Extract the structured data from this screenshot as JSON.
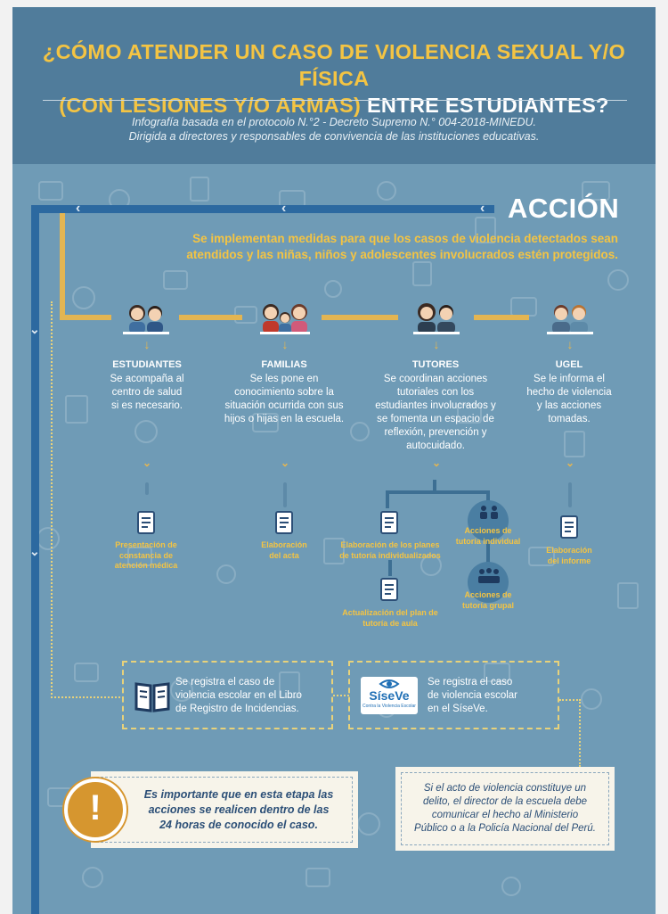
{
  "header": {
    "title_line1": "¿CÓMO ATENDER UN CASO DE VIOLENCIA SEXUAL Y/O FÍSICA",
    "title_line2_gold": "(CON LESIONES Y/O ARMAS)",
    "title_line2_white": " ENTRE ESTUDIANTES?",
    "subtitle_line1": "Infografía basada en el protocolo N.°2 - Decreto Supremo N.° 004-2018-MINEDU.",
    "subtitle_line2": "Dirigida a directores y responsables de convivencia de las instituciones educativas."
  },
  "section": {
    "heading": "ACCIÓN",
    "intro_line1": "Se implementan medidas para que los casos de violencia detectados sean",
    "intro_line2": "atendidos y las niñas, niños y adolescentes involucrados estén protegidos."
  },
  "columns": [
    {
      "title": "ESTUDIANTES",
      "text": [
        "Se acompaña al",
        "centro de salud",
        "si es necesario."
      ],
      "doc_label": [
        "Presentación de",
        "constancia de",
        "atención médica"
      ]
    },
    {
      "title": "FAMILIAS",
      "text": [
        "Se les pone en",
        "conocimiento sobre la",
        "situación ocurrida con sus",
        "hijos o hijas en la escuela."
      ],
      "doc_label": [
        "Elaboración",
        "del acta"
      ]
    },
    {
      "title": "TUTORES",
      "text": [
        "Se coordinan acciones",
        "tutoriales con los",
        "estudiantes involucrados y",
        "se fomenta un espacio de",
        "reflexión, prevención y",
        "autocuidado."
      ],
      "doc_label": [
        "Elaboración de los planes",
        "de tutoría individualizados"
      ],
      "doc_label2": [
        "Actualización del plan de",
        "tutoría de aula"
      ],
      "action_individual": [
        "Acciones de",
        "tutoría individual"
      ],
      "action_grupal": [
        "Acciones de",
        "tutoría grupal"
      ]
    },
    {
      "title": "UGEL",
      "text": [
        "Se le informa el",
        "hecho de violencia",
        "y las acciones",
        "tomadas."
      ],
      "doc_label": [
        "Elaboración",
        "del informe"
      ]
    }
  ],
  "register": {
    "book_text": [
      "Se registra el caso de",
      "violencia escolar en el Libro",
      "de Registro de Incidencias."
    ],
    "siseve_text": [
      "Se registra el caso",
      "de violencia escolar",
      "en el SíseVe."
    ],
    "siseve_logo": "SíseVe",
    "siseve_tagline": "Contra la Violencia Escolar"
  },
  "notes": {
    "warning_symbol": "!",
    "warning_text": [
      "Es importante que en esta etapa las",
      "acciones se realicen dentro de las",
      "24 horas de conocido el caso."
    ],
    "law_text": [
      "Si el acto de violencia constituye un",
      "delito, el director de la escuela debe",
      "comunicar el hecho al Ministerio",
      "Público o a la Policía Nacional del Perú."
    ]
  },
  "colors": {
    "background": "#6f9bb6",
    "header": "#507c9b",
    "accent_gold": "#f4c443",
    "line_blue": "#2c69a0",
    "warning": "#d6962f"
  }
}
